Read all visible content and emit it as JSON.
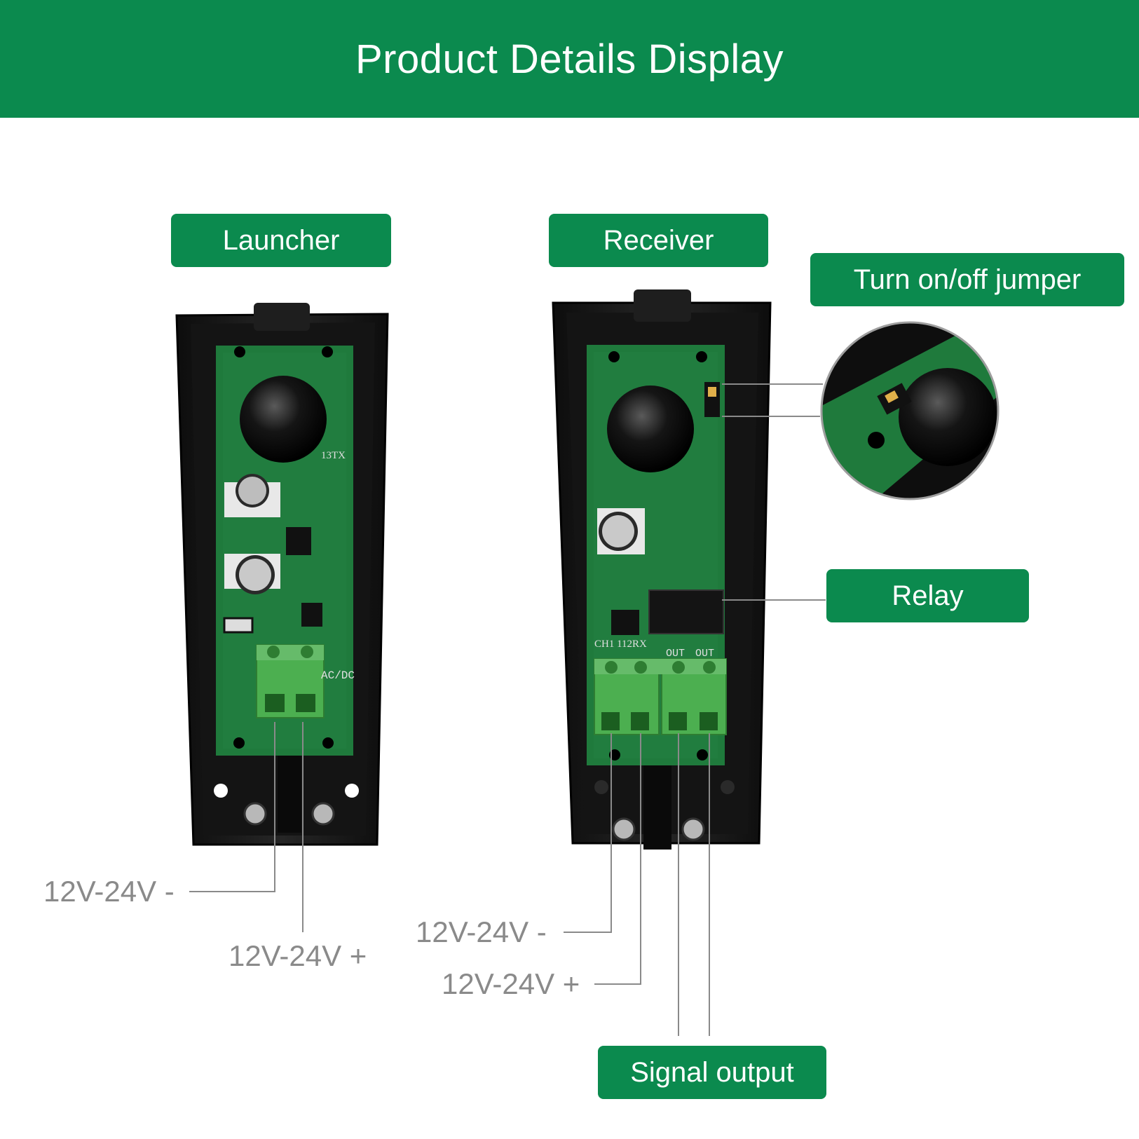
{
  "header": {
    "title": "Product Details Display"
  },
  "tags": {
    "launcher": "Launcher",
    "receiver": "Receiver",
    "jumper": "Turn on/off jumper",
    "relay": "Relay",
    "signal": "Signal output"
  },
  "launcher_wires": {
    "negative": "12V-24V -",
    "positive": "12V-24V +"
  },
  "receiver_wires": {
    "negative": "12V-24V -",
    "positive": "12V-24V +"
  },
  "pcb_markings": {
    "launcher_model": "13TX",
    "launcher_terminal": "AC/DC",
    "receiver_model": "CH1 112RX",
    "receiver_out1": "OUT",
    "receiver_out2": "OUT"
  },
  "colors": {
    "brand_green": "#0b8a4e",
    "label_gray": "#8a8a8a",
    "pcb_green": "#1f7a3c",
    "terminal_green": "#4caf50"
  }
}
